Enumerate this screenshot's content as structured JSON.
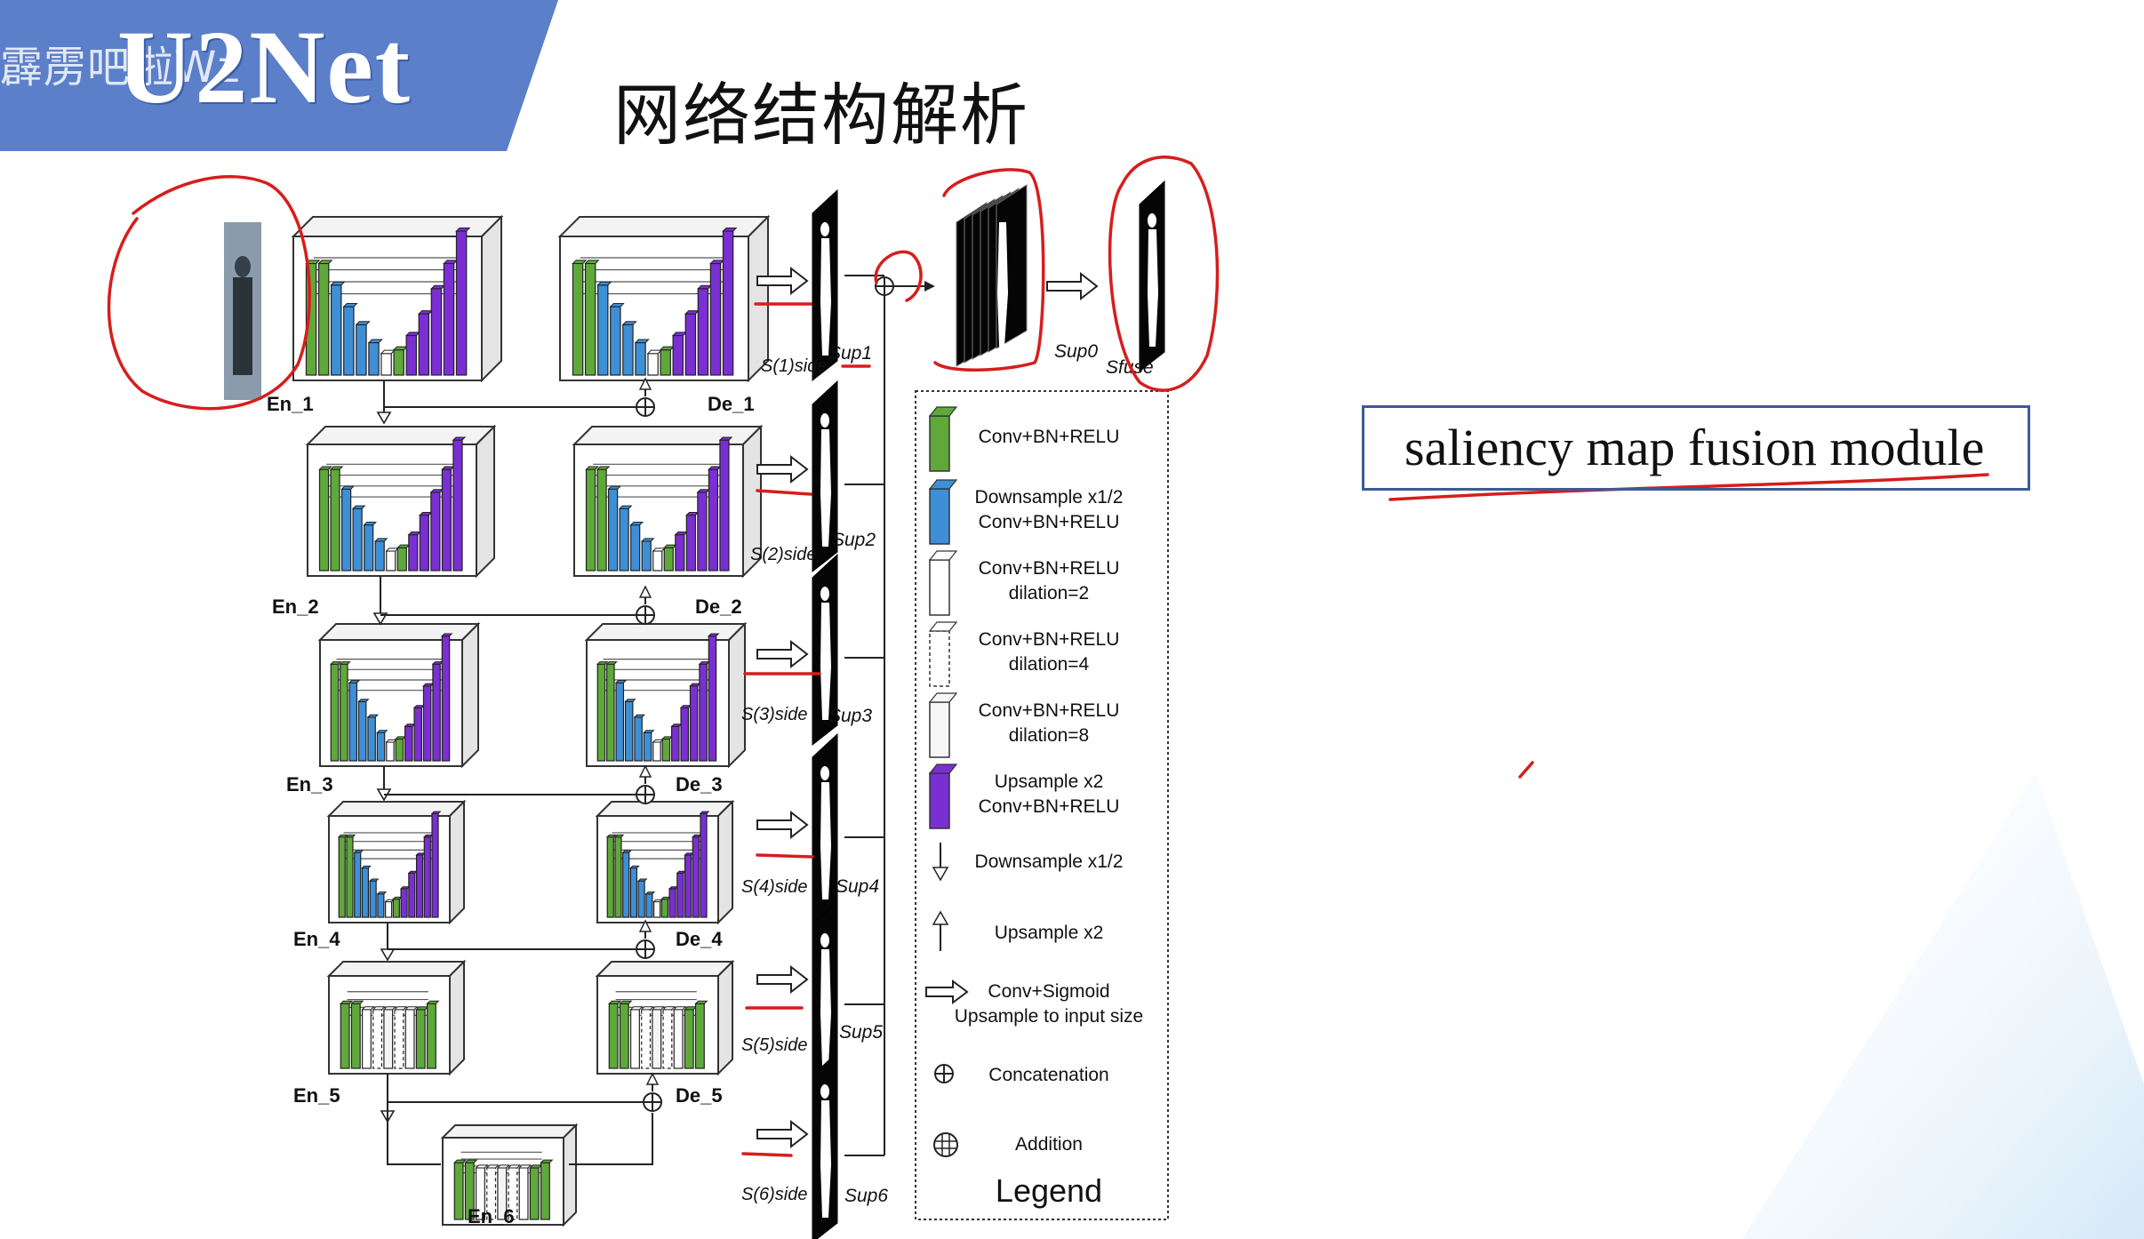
{
  "header": {
    "logo": "U2Net",
    "watermark": "霹雳吧啦Wz",
    "title": "网络结构解析"
  },
  "annotation": {
    "text": "saliency map fusion module"
  },
  "diagram": {
    "encoders": [
      "En_1",
      "En_2",
      "En_3",
      "En_4",
      "En_5",
      "En_6"
    ],
    "decoders": [
      "De_1",
      "De_2",
      "De_3",
      "De_4",
      "De_5"
    ],
    "side_labels": [
      "S(1)side",
      "S(2)side",
      "S(3)side",
      "S(4)side",
      "S(5)side",
      "S(6)side"
    ],
    "sup_labels": [
      "Sup1",
      "Sup2",
      "Sup3",
      "Sup4",
      "Sup5",
      "Sup6"
    ],
    "sup0": "Sup0",
    "fuse_label": "Sfuse",
    "legend": {
      "title": "Legend",
      "items": [
        {
          "line1": "Conv+BN+RELU",
          "line2": "",
          "swatch": "green"
        },
        {
          "line1": "Downsample x1/2",
          "line2": "Conv+BN+RELU",
          "swatch": "blue"
        },
        {
          "line1": "Conv+BN+RELU",
          "line2": "dilation=2",
          "swatch": "white-solid"
        },
        {
          "line1": "Conv+BN+RELU",
          "line2": "dilation=4",
          "swatch": "white-dashed"
        },
        {
          "line1": "Conv+BN+RELU",
          "line2": "dilation=8",
          "swatch": "white-light"
        },
        {
          "line1": "Upsample x2",
          "line2": "Conv+BN+RELU",
          "swatch": "purple"
        },
        {
          "line1": "Downsample x1/2",
          "line2": "",
          "swatch": "arrow-down"
        },
        {
          "line1": "Upsample x2",
          "line2": "",
          "swatch": "arrow-up"
        },
        {
          "line1": "Conv+Sigmoid",
          "line2": "Upsample to input size",
          "swatch": "hollow-arrow"
        },
        {
          "line1": "Concatenation",
          "line2": "",
          "swatch": "circle-plus"
        },
        {
          "line1": "Addition",
          "line2": "",
          "swatch": "circle-grid"
        }
      ]
    }
  },
  "colors": {
    "banner": "#5b7fc9",
    "green": "#5fa83a",
    "blue": "#3e8fd6",
    "purple": "#7a2fd3",
    "annotation_red": "#d71d1d",
    "box_border": "#3d5a94"
  }
}
